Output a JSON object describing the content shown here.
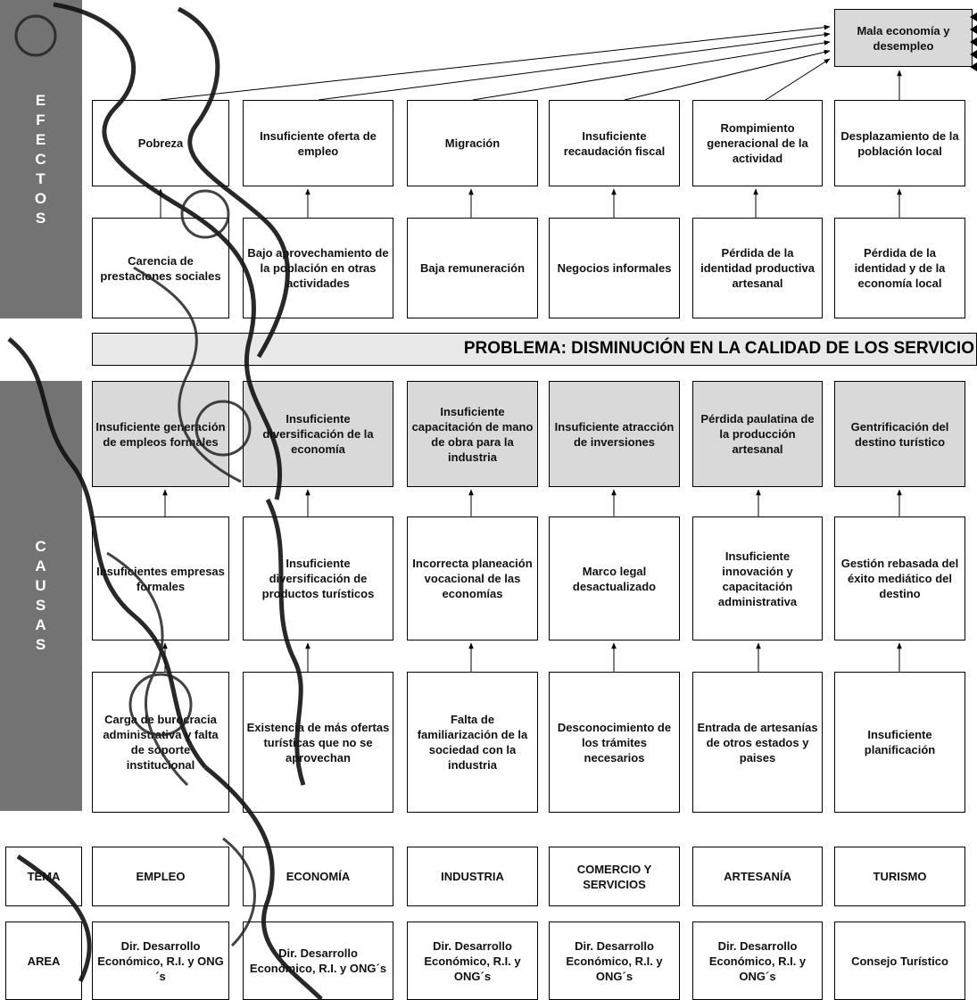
{
  "sidebars": {
    "efectos": [
      "E",
      "F",
      "E",
      "C",
      "T",
      "O",
      "S"
    ],
    "causas": [
      "C",
      "A",
      "U",
      "S",
      "A",
      "S"
    ]
  },
  "top_box": "Mala economía y desempleo",
  "efectos_row1": [
    "Pobreza",
    "Insuficiente oferta de empleo",
    "Migración",
    "Insuficiente recaudación fiscal",
    "Rompimiento generacional de la actividad",
    "Desplazamiento de la población local"
  ],
  "efectos_row2": [
    "Carencia de prestaciones sociales",
    "Bajo aprovechamiento de la población en otras actividades",
    "Baja remuneración",
    "Negocios informales",
    "Pérdida de la identidad productiva artesanal",
    "Pérdida de la identidad y de la economía local"
  ],
  "problem": "PROBLEMA: DISMINUCIÓN EN LA CALIDAD DE LOS SERVICIO",
  "causas_row1": [
    "Insuficiente generación de empleos formales",
    "Insuficiente diversificación de la economía",
    "Insuficiente capacitación de mano de obra para la industria",
    "Insuficiente atracción de inversiones",
    "Pérdida paulatina de la producción artesanal",
    "Gentrificación del destino turístico"
  ],
  "causas_row2": [
    "Insuficientes empresas formales",
    "Insuficiente diversificación de productos turísticos",
    "Incorrecta planeación vocacional de las economías",
    "Marco legal desactualizado",
    "Insuficiente innovación y capacitación administrativa",
    "Gestión rebasada del éxito mediático del destino"
  ],
  "causas_row3": [
    "Carga de burocracia administrativa y falta de soporte institucional",
    "Existencia de más ofertas turísticas que no se aprovechan",
    "Falta de familiarización de la sociedad con la industria",
    "Desconocimiento de los trámites necesarios",
    "Entrada de artesanías de otros estados y paises",
    "Insuficiente planificación"
  ],
  "tema_label": "TEMA",
  "tema": [
    "EMPLEO",
    "ECONOMÍA",
    "INDUSTRIA",
    "COMERCIO Y SERVICIOS",
    "ARTESANÍA",
    "TURISMO"
  ],
  "area_label": "AREA",
  "area": [
    "Dir. Desarrollo Económico, R.I. y ONG´s",
    "Dir. Desarrollo Económico, R.I. y ONG´s",
    "Dir. Desarrollo Económico, R.I. y ONG´s",
    "Dir. Desarrollo Económico, R.I. y ONG´s",
    "Dir. Desarrollo Económico, R.I. y ONG´s",
    "Consejo Turístico"
  ],
  "colors": {
    "sidebar": "#737373",
    "shaded_box": "#d9d9d9",
    "problem_bar": "#e9e9e9"
  }
}
